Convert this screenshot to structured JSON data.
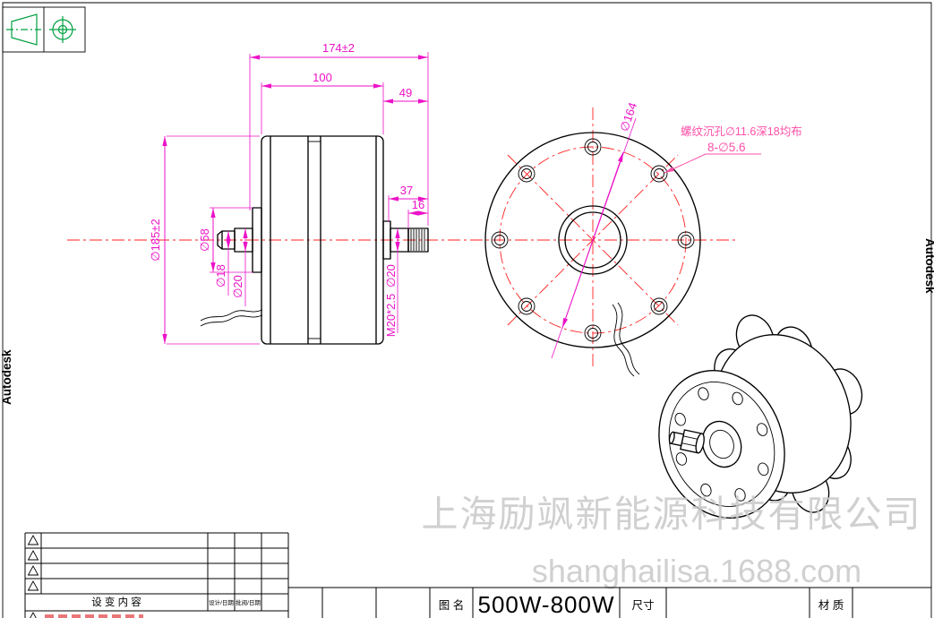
{
  "watermark": {
    "company": "上海励飒新能源科技有限公司",
    "website": "shanghailisa.1688.com"
  },
  "brand": {
    "left_vertical": "Autodesk",
    "right_vertical": "Autodesk"
  },
  "side_view": {
    "dim_total_length": "174±2",
    "dim_body_length": "100",
    "dim_rear_section": "49",
    "dim_shaft_length": "37",
    "dim_thread_length": "16",
    "dim_outer_diameter": "∅185±2",
    "dim_boss_diameter": "∅58",
    "dim_connector_diameter": "∅18",
    "dim_left_shaft_diameter": "∅20",
    "dim_right_shaft_diameter": "∅20",
    "dim_thread_spec": "M20*2.5"
  },
  "front_view": {
    "dim_bolt_circle_diameter": "∅164",
    "note_counterbore": "螺纹沉孔∅11.6深18均布",
    "note_hole_pattern": "8-∅5.6"
  },
  "title_block": {
    "change_content_label": "设 变 内 容",
    "design_date_label": "设计/日期",
    "approve_date_label": "批阅/日期",
    "drawing_name_label": "图 名",
    "drawing_name": "500W-800W",
    "size_label": "尺寸",
    "material_label": "材 质"
  },
  "colors": {
    "dimension": "#ec12c8",
    "annotation": "#ff4fa8",
    "centerline": "#ff2020",
    "projection_symbol": "#00a040",
    "watermark": "#c8c8c8",
    "linework": "#000000"
  }
}
